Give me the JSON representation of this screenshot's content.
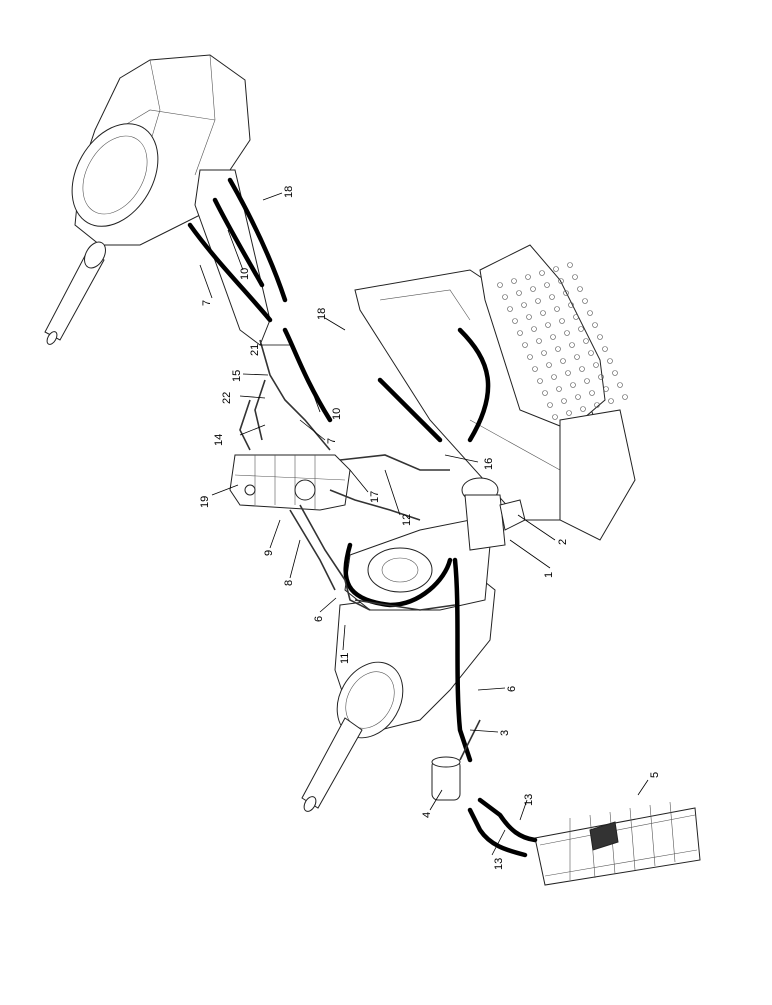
{
  "callouts": [
    "1",
    "2",
    "3",
    "4",
    "5",
    "6",
    "6",
    "7",
    "7",
    "8",
    "9",
    "10",
    "10",
    "11",
    "12",
    "13",
    "13",
    "14",
    "15",
    "16",
    "17",
    "18",
    "18",
    "19",
    "21",
    "22"
  ]
}
